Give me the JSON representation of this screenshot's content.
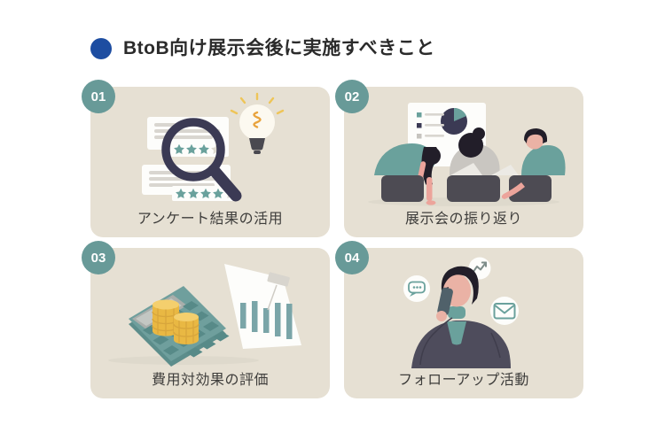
{
  "header": {
    "title": "BtoB向け展示会後に実施すべきこと"
  },
  "cards": [
    {
      "number": "01",
      "caption": "アンケート結果の活用",
      "illustration": "survey-results-magnifier-lightbulb"
    },
    {
      "number": "02",
      "caption": "展示会の振り返り",
      "illustration": "team-review-meeting-whiteboard"
    },
    {
      "number": "03",
      "caption": "費用対効果の評価",
      "illustration": "calculator-coins-bar-chart"
    },
    {
      "number": "04",
      "caption": "フォローアップ活動",
      "illustration": "follow-up-phone-call"
    }
  ],
  "icons": {
    "card1": [
      "magnifier-icon",
      "star-rating-icon",
      "lightbulb-icon"
    ],
    "card2": [
      "whiteboard-icon",
      "pie-chart-icon"
    ],
    "card3": [
      "calculator-icon",
      "coin-stack-icon",
      "bar-chart-icon"
    ],
    "card4": [
      "chat-bubble-icon",
      "line-chart-icon",
      "mail-icon",
      "smartphone-icon"
    ]
  },
  "colors": {
    "bullet_blue": "#1d4da1",
    "title_text": "#2b2b2b",
    "caption_text": "#3e3d3b",
    "card_bg": "#e6e0d3",
    "badge_teal": "#689a98",
    "badge_text": "#ffffff",
    "teal": "#6aa19c",
    "navy": "#3b3a54",
    "hair": "#221e29",
    "skin": "#eab2a5",
    "pink": "#eca49b",
    "seat": "#4d4b53",
    "gray_garment": "#c9c6c1",
    "suit": "#4e4c5c",
    "coin_side": "#e9b843",
    "coin_top": "#f4cf6d",
    "coin_line": "#d8a63c",
    "bulb_glow": "#fcf9f0",
    "filament_orange": "#e8a33d",
    "ray_yellow": "#eec558",
    "white": "#fdfdfb",
    "line_gray": "#d9d6d0",
    "shadow": "#ded9cc",
    "calc_body": "#6f9f9d",
    "calc_side": "#5c8d8b",
    "calc_key": "#578a88",
    "calc_screen": "#a9aeab",
    "bar_teal": "#7aa5a8",
    "phone": "#50616a"
  }
}
